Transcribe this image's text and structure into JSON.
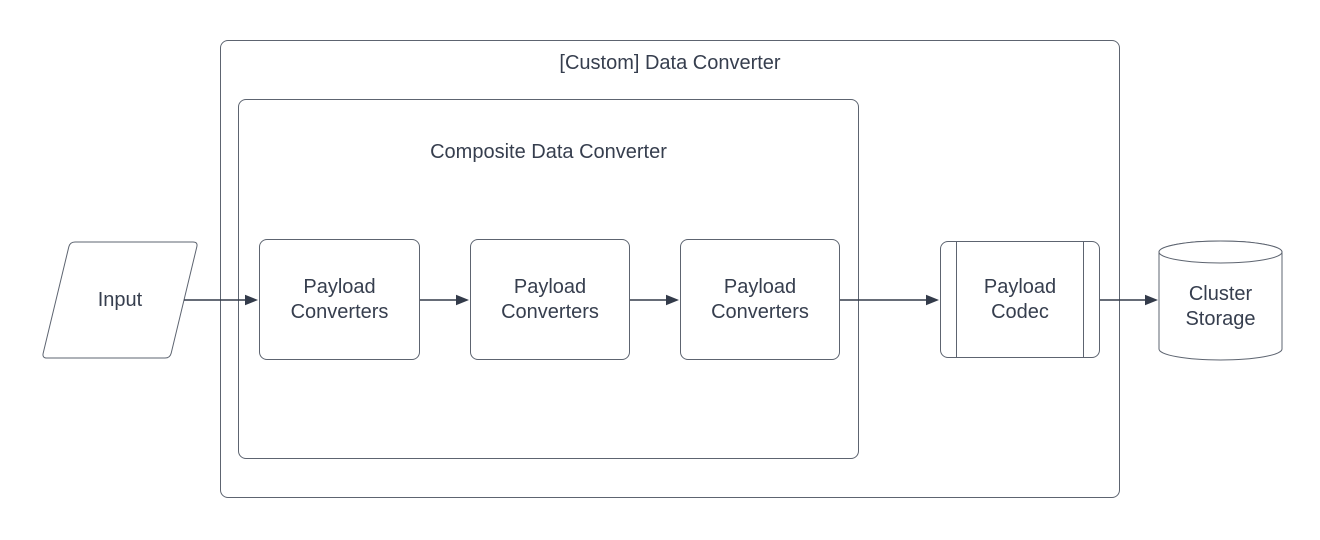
{
  "colors": {
    "background": "#ffffff",
    "stroke": "#5d6470",
    "arrow": "#333b4a",
    "text": "#363e4e"
  },
  "nodes": {
    "input": {
      "label": "Input",
      "shape": "parallelogram"
    },
    "custom_data_converter": {
      "label": "[Custom] Data Converter",
      "shape": "container"
    },
    "composite_data_converter": {
      "label": "Composite Data Converter",
      "shape": "container"
    },
    "payload_converters_1": {
      "label": "Payload Converters",
      "shape": "rectangle"
    },
    "payload_converters_2": {
      "label": "Payload Converters",
      "shape": "rectangle"
    },
    "payload_converters_3": {
      "label": "Payload Converters",
      "shape": "rectangle"
    },
    "payload_codec": {
      "label": "Payload Codec",
      "shape": "predefined-process"
    },
    "cluster_storage": {
      "label": "Cluster Storage",
      "shape": "cylinder"
    }
  },
  "edges": [
    {
      "from": "input",
      "to": "payload_converters_1"
    },
    {
      "from": "payload_converters_1",
      "to": "payload_converters_2"
    },
    {
      "from": "payload_converters_2",
      "to": "payload_converters_3"
    },
    {
      "from": "payload_converters_3",
      "to": "payload_codec"
    },
    {
      "from": "payload_codec",
      "to": "cluster_storage"
    }
  ]
}
